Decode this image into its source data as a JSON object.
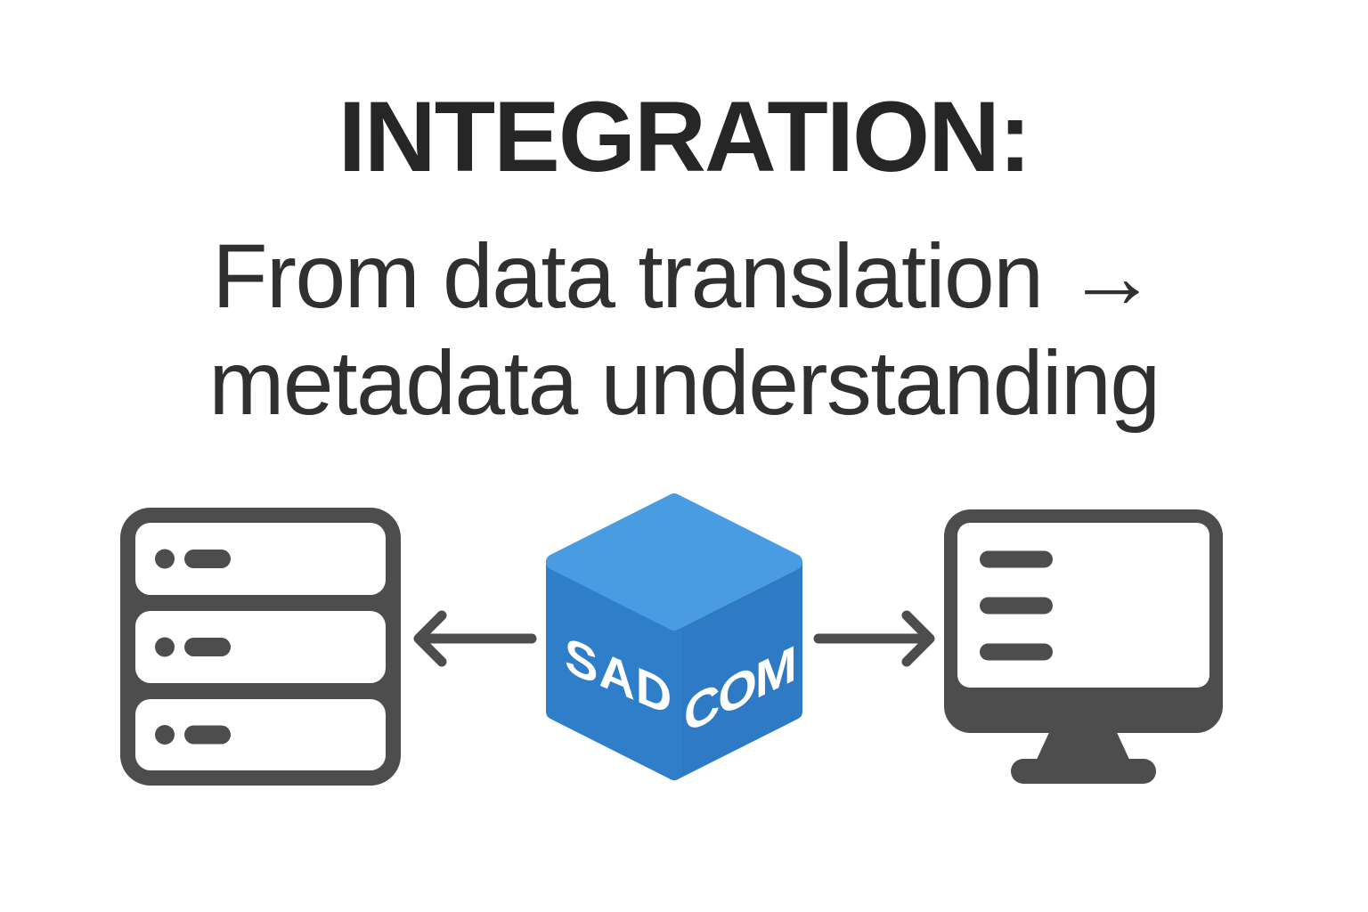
{
  "header": {
    "title": "INTEGRATION:",
    "subtitle_line1": "From data translation →",
    "subtitle_line2": "metadata understanding"
  },
  "diagram": {
    "cube_label_left": "SAD",
    "cube_label_right": "COM",
    "source_icon": "server-stack-icon",
    "processor_icon": "cube-icon",
    "target_icon": "monitor-icon",
    "flow_left_icon": "arrow-left-icon",
    "flow_right_icon": "arrow-right-icon"
  },
  "colors": {
    "icon-gray": "#4D4D4D",
    "cube-top": "#4A9CE2",
    "cube-left": "#2F7EC9",
    "cube-right": "#2E7AC4",
    "cube-label-text": "#FFFFFF",
    "title-text": "#262626",
    "subtitle-text": "#303030",
    "background": "#FFFFFF"
  }
}
